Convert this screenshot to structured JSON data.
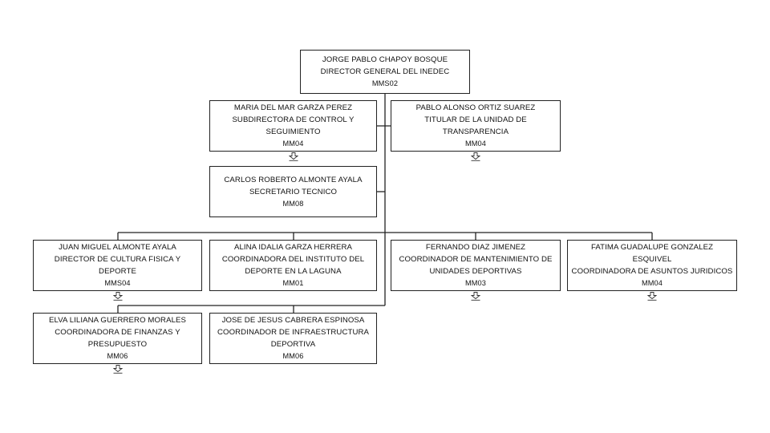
{
  "org_chart": {
    "director": {
      "name": "JORGE PABLO CHAPOY BOSQUE",
      "title": "DIRECTOR GENERAL DEL INEDEC",
      "code": "MMS02"
    },
    "subdirectora": {
      "name": "MARIA DEL MAR GARZA PEREZ",
      "title1": "SUBDIRECTORA DE CONTROL Y",
      "title2": "SEGUIMIENTO",
      "code": "MM04"
    },
    "transparencia": {
      "name": "PABLO ALONSO ORTIZ SUAREZ",
      "title1": "TITULAR DE LA UNIDAD DE",
      "title2": "TRANSPARENCIA",
      "code": "MM04"
    },
    "secretario": {
      "name": "CARLOS ROBERTO ALMONTE AYALA",
      "title": "SECRETARIO TECNICO",
      "code": "MM08"
    },
    "cultura_fisica": {
      "name": "JUAN MIGUEL ALMONTE AYALA",
      "title": "DIRECTOR DE CULTURA FISICA Y DEPORTE",
      "code": "MMS04"
    },
    "instituto_laguna": {
      "name": "ALINA IDALIA GARZA HERRERA",
      "title1": "COORDINADORA DEL INSTITUTO DEL",
      "title2": "DEPORTE EN LA LAGUNA",
      "code": "MM01"
    },
    "mantenimiento": {
      "name": "FERNANDO DIAZ JIMENEZ",
      "title1": "COORDINADOR DE MANTENIMIENTO DE",
      "title2": "UNIDADES DEPORTIVAS",
      "code": "MM03"
    },
    "juridicos": {
      "name1": "FATIMA GUADALUPE GONZALEZ",
      "name2": "ESQUIVEL",
      "title": "COORDINADORA DE ASUNTOS JURIDICOS",
      "code": "MM04"
    },
    "finanzas": {
      "name": "ELVA LILIANA GUERRERO MORALES",
      "title1": "COORDINADORA DE FINANZAS Y",
      "title2": "PRESUPUESTO",
      "code": "MM06"
    },
    "infraestructura": {
      "name": "JOSE DE JESUS CABRERA ESPINOSA",
      "title1": "COORDINADOR DE INFRAESTRUCTURA",
      "title2": "DEPORTIVA",
      "code": "MM06"
    }
  },
  "icons": {
    "expand": "expand-subordinates-icon"
  }
}
